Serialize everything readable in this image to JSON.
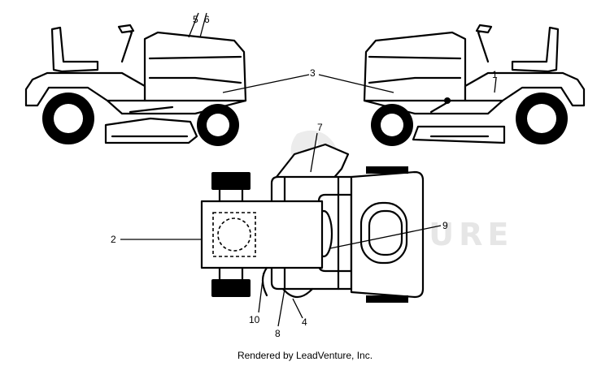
{
  "diagram": {
    "callouts": [
      {
        "id": "c1",
        "label": "1"
      },
      {
        "id": "c2",
        "label": "2"
      },
      {
        "id": "c3",
        "label": "3"
      },
      {
        "id": "c4",
        "label": "4"
      },
      {
        "id": "c5",
        "label": "5"
      },
      {
        "id": "c6",
        "label": "6"
      },
      {
        "id": "c7",
        "label": "7"
      },
      {
        "id": "c8",
        "label": "8"
      },
      {
        "id": "c9",
        "label": "9"
      },
      {
        "id": "c10",
        "label": "10"
      }
    ],
    "watermark": "LEADVENTURE"
  },
  "footer": {
    "text": "Rendered by LeadVenture, Inc."
  },
  "colors": {
    "line": "#000000",
    "background": "#ffffff",
    "watermark": "#e6e6e6"
  }
}
